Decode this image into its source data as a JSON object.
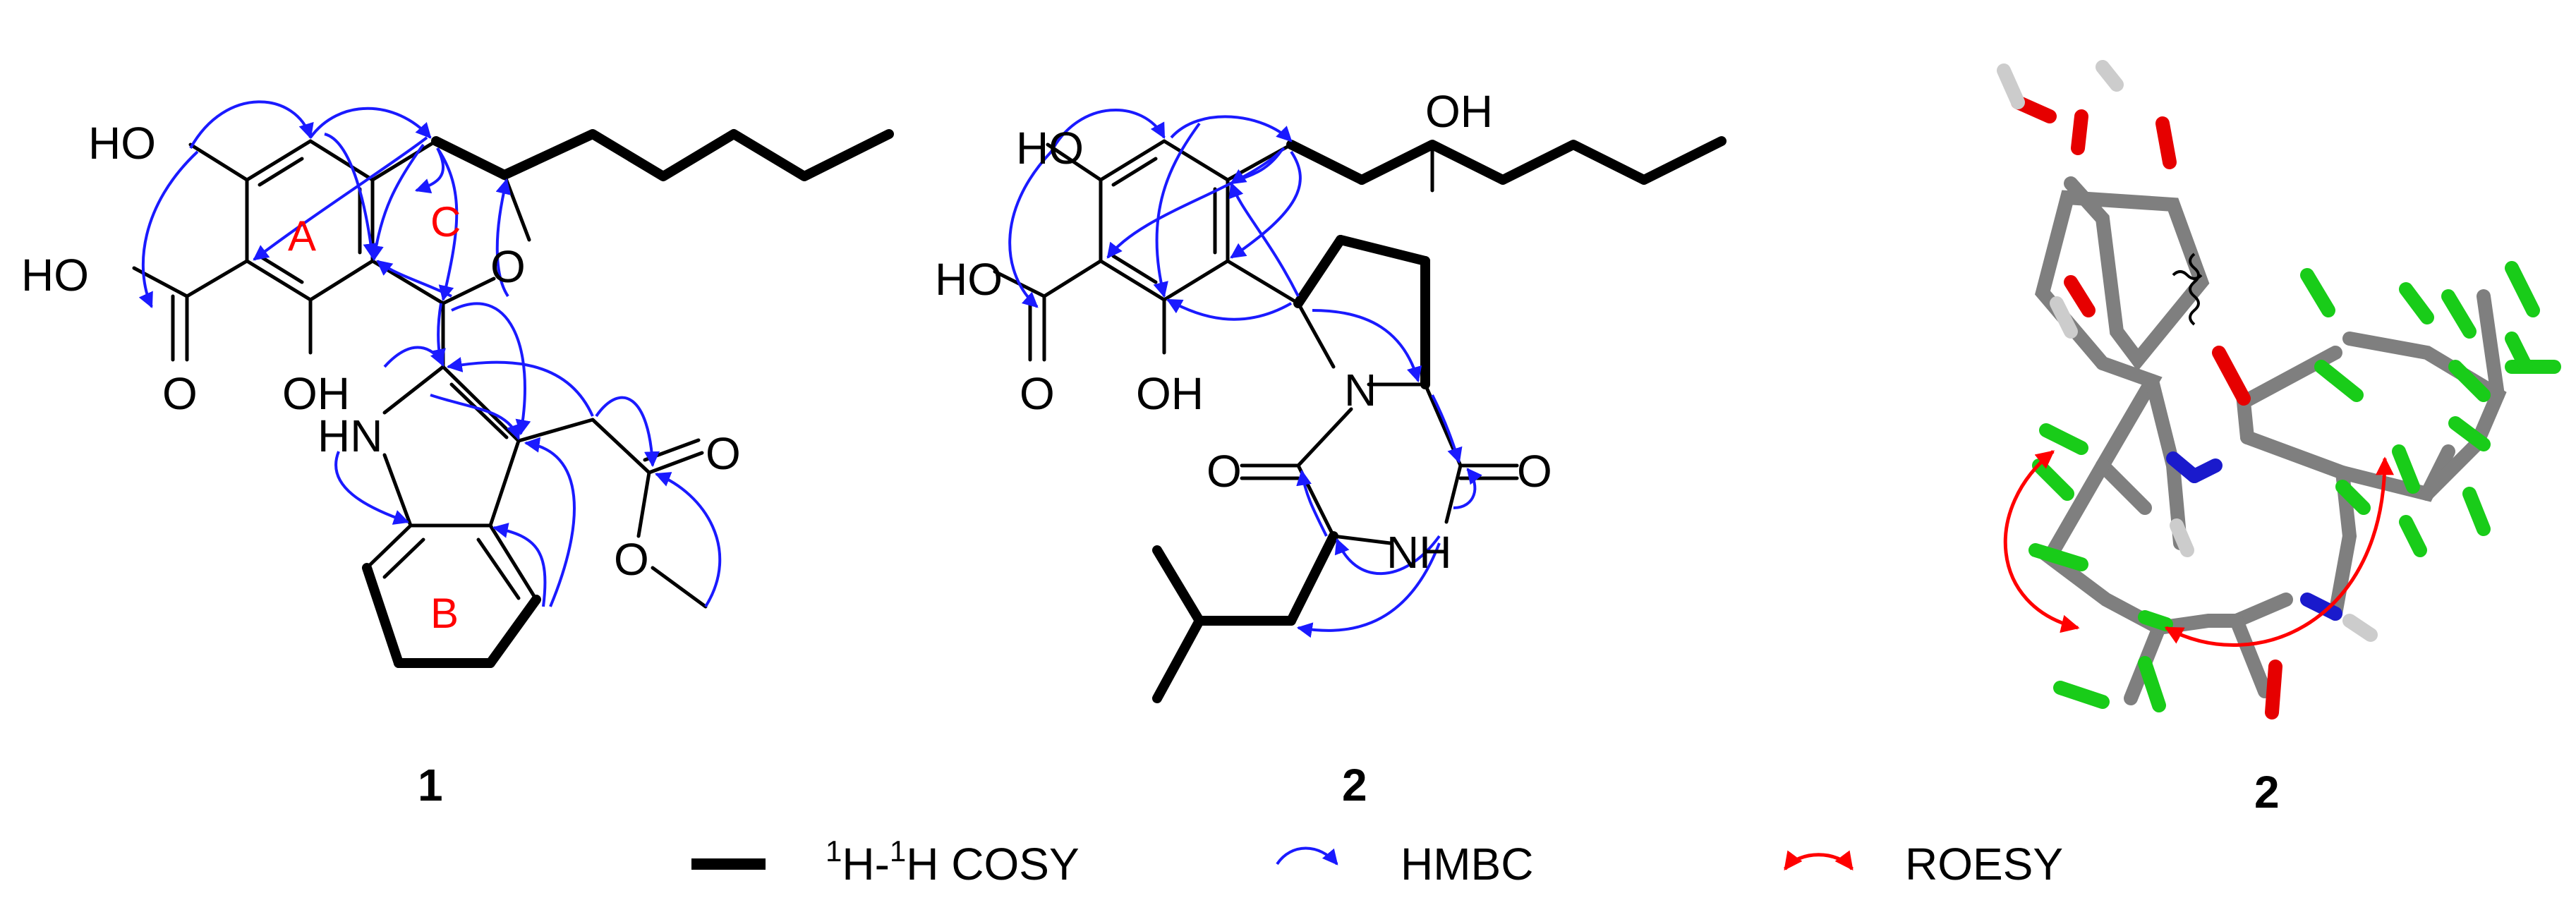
{
  "compound1": {
    "label": "1",
    "atoms": {
      "ho_top": "HO",
      "ho_acid": "HO",
      "o_acid": "O",
      "oh_bottom": "OH",
      "o_ring": "O",
      "hn": "HN",
      "o_ester1": "O",
      "o_ester2": "O"
    },
    "rings": {
      "a": "A",
      "b": "B",
      "c": "C"
    }
  },
  "compound2": {
    "label": "2",
    "atoms": {
      "ho_top": "HO",
      "oh_chain": "OH",
      "ho_acid": "HO",
      "o_acid": "O",
      "oh_bottom": "OH",
      "n_ring": "N",
      "o_left": "O",
      "o_right": "O",
      "nh": "NH"
    }
  },
  "model3d": {
    "label": "2"
  },
  "legend": {
    "cosy_sup1": "1",
    "cosy_h1": "H-",
    "cosy_sup2": "1",
    "cosy_h2": "H COSY",
    "hmbc": "HMBC",
    "roesy": "ROESY"
  },
  "colors": {
    "hmbc": "#1a1aff",
    "roesy": "#ff0000",
    "bond": "#000000",
    "carbon": "#7f7f7f",
    "oxygen": "#e60000",
    "nitrogen": "#1a1acc",
    "hydrogen_green": "#19cc19",
    "hydrogen": "#cccccc"
  }
}
